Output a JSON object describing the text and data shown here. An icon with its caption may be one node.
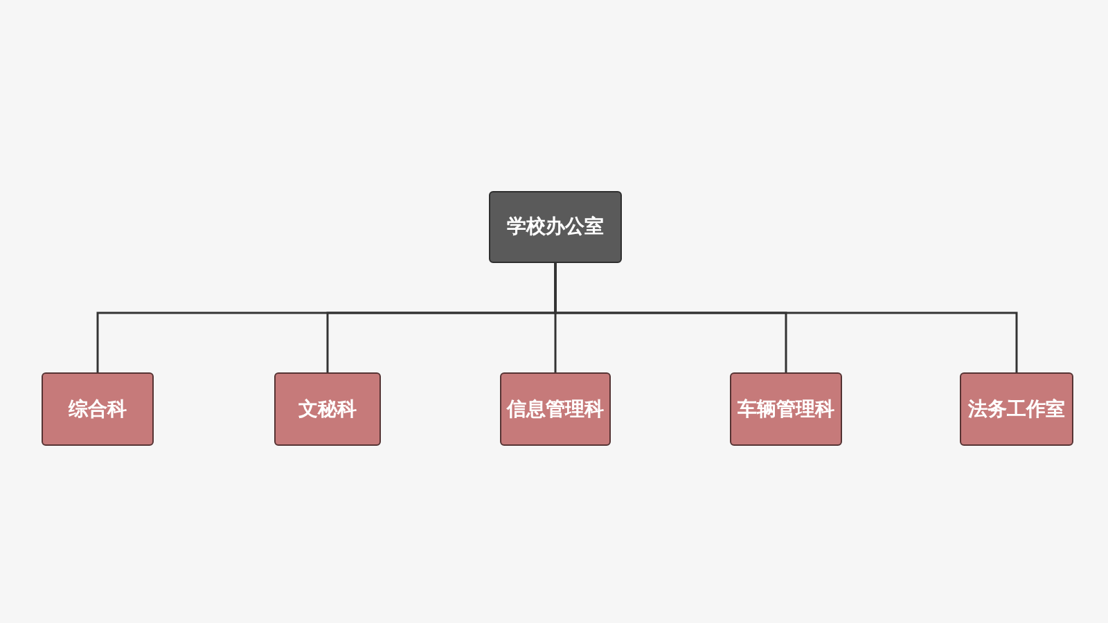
{
  "diagram": {
    "nodes": [
      {
        "text": [
          "学校办公室"
        ]
      },
      {
        "text": [
          "综合科"
        ]
      },
      {
        "text": [
          "文秘科"
        ]
      },
      {
        "text": [
          "信息管理科"
        ]
      },
      {
        "text": [
          "车辆管理科"
        ]
      },
      {
        "text": [
          "法务工作室"
        ]
      }
    ],
    "edges": [
      {
        "from": 0,
        "to": 1,
        "arrow": "none"
      },
      {
        "from": 0,
        "to": 2,
        "arrow": "none"
      },
      {
        "from": 0,
        "to": 3,
        "arrow": "none"
      },
      {
        "from": 0,
        "to": 4,
        "arrow": "none"
      },
      {
        "from": 0,
        "to": 5,
        "arrow": "none"
      }
    ]
  }
}
